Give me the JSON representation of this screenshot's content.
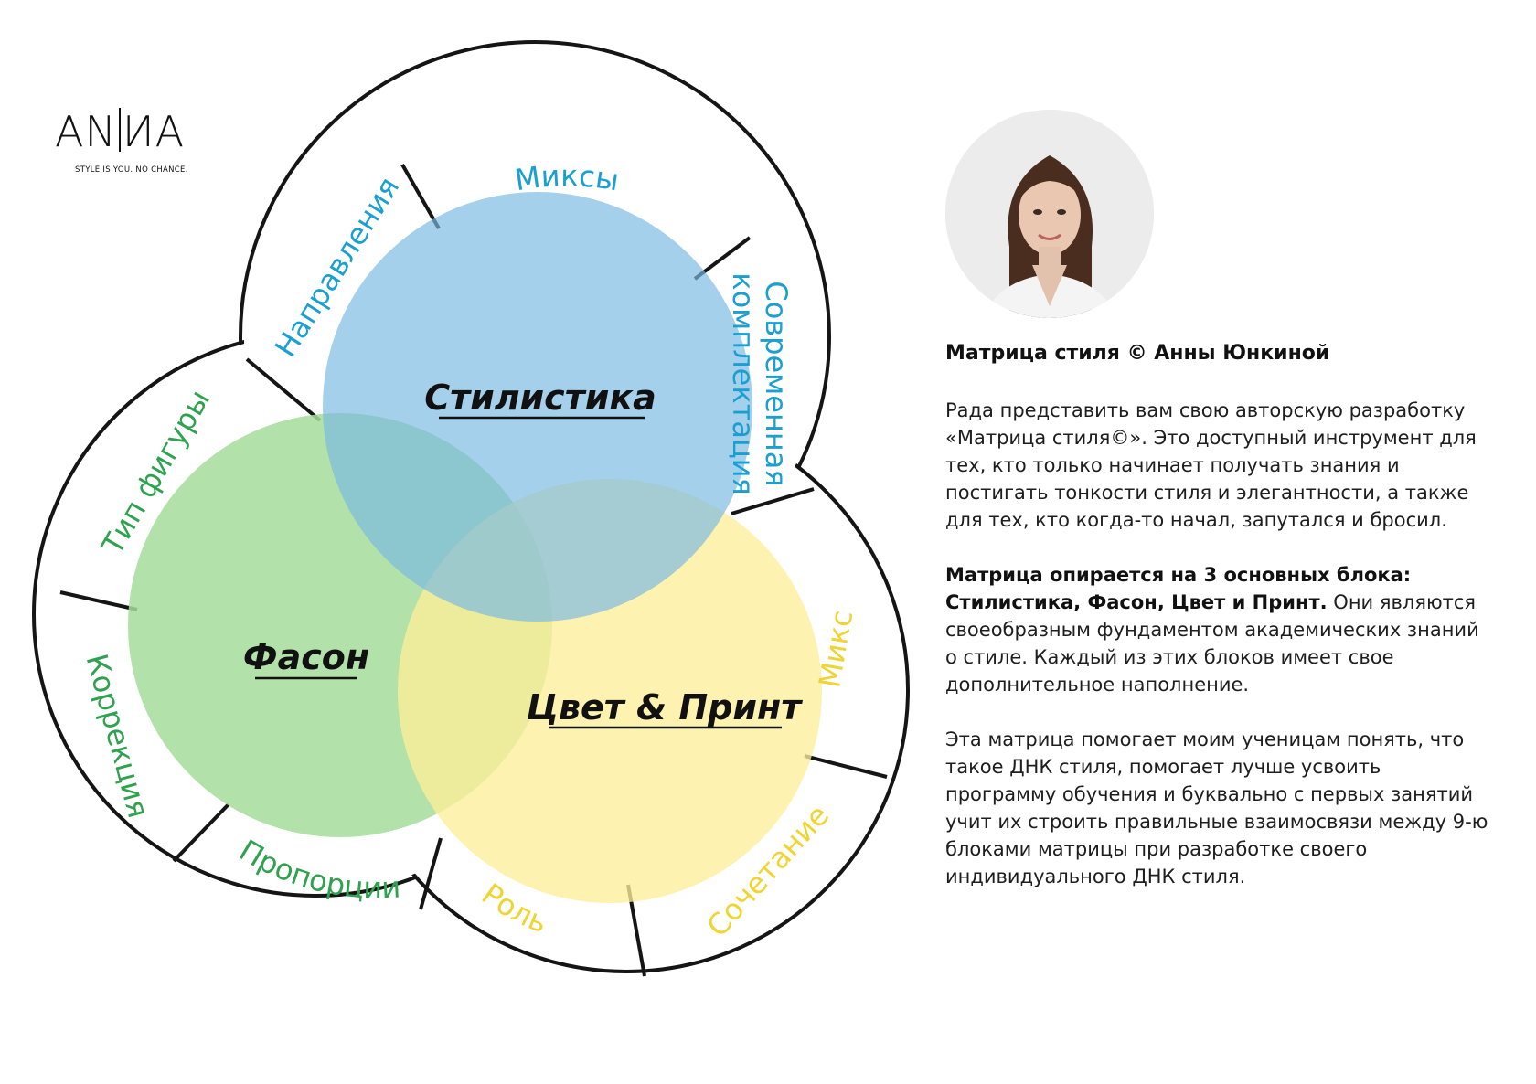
{
  "logo": {
    "part1": "AN",
    "part2": "ИA",
    "tagline": "STYLE IS YOU. NO CHANCE."
  },
  "colors": {
    "stylistics": "#9ecbe9",
    "fason": "#a4dd9a",
    "color_print": "#fdee99",
    "outline": "#151515",
    "blue_text": "#1a9fd1",
    "green_text": "#2fa24f",
    "yellow_text": "#f0d432"
  },
  "circles": {
    "stylistics": "Стилистика",
    "fason": "Фасон",
    "color_print": "Цвет & Принт"
  },
  "segments": {
    "mixes": "Миксы",
    "directions": "Направления",
    "modern_line1": "Современная",
    "modern_line2": "комплектация",
    "figure_type": "Тип фигуры",
    "correction": "Коррекция",
    "proportions": "Пропорции",
    "role": "Роль",
    "combination": "Сочетание",
    "mix": "Микс"
  },
  "article": {
    "title": "Матрица стиля © Анны Юнкиной",
    "p1": "Рада представить вам свою авторскую разработку «Матрица стиля©». Это доступный инструмент для тех, кто только начинает получать знания и постигать тонкости стиля и элегантности, а также для тех, кто когда-то начал, запутался и бросил.",
    "p2_bold": "Матрица опирается на 3 основных блока: Стилистика, Фасон, Цвет и Принт.",
    "p2_rest": " Они являются своеобразным фундаментом академических знаний о стиле. Каждый из этих блоков имеет свое дополнительное наполнение.",
    "p3": "Эта матрица помогает моим ученицам понять, что такое ДНК стиля, помогает лучше усвоить программу обучения и буквально с первых занятий учит их строить правильные взаимосвязи между 9-ю блоками матрицы при разработке своего индивидуального ДНК стиля."
  }
}
